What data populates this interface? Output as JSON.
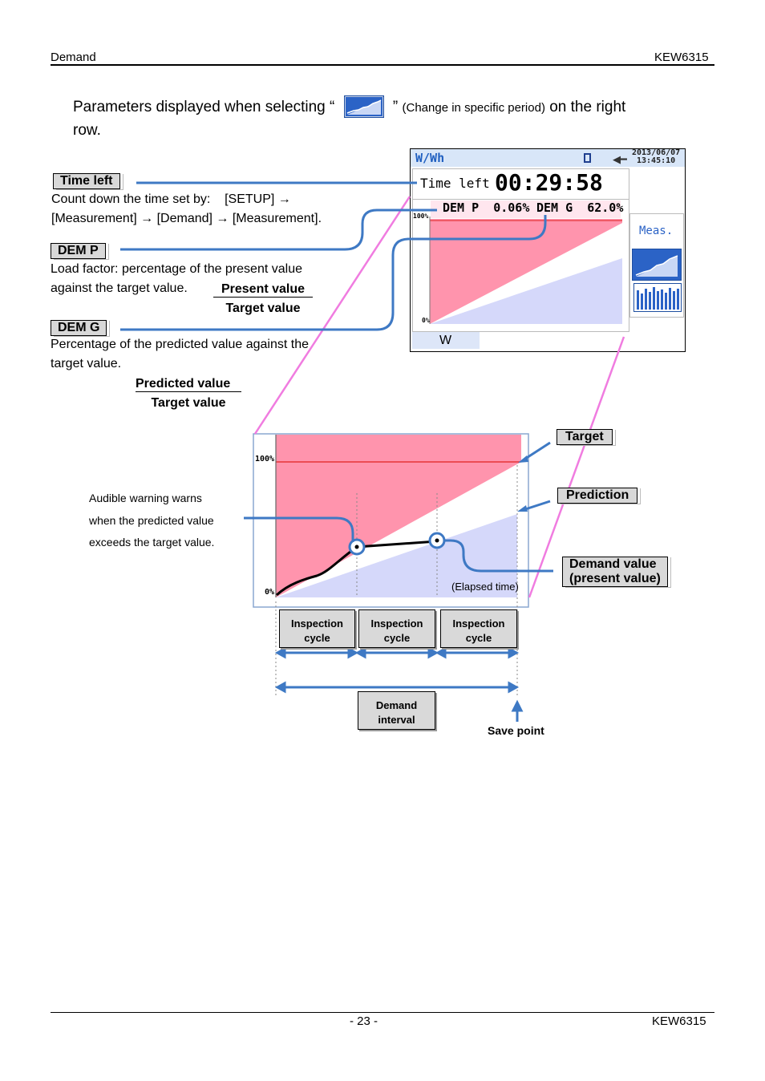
{
  "header": {
    "left": "Demand",
    "right": "KEW6315"
  },
  "intro": {
    "prefix": "Parameters displayed when selecting “",
    "suffix_quote": "”",
    "paren": "(Change in specific period)",
    "tail": "on the right",
    "line2": "row."
  },
  "time_left": {
    "label": "Time left",
    "desc_1": "Count down the time set by:    [SETUP] →",
    "desc_2": "[Measurement] → [Demand] → [Measurement]."
  },
  "dem_p": {
    "label": "DEM P",
    "desc_1": "Load factor: percentage of the present value",
    "desc_2": "against the target value.",
    "numerator": "Present value",
    "denominator": "Target value"
  },
  "dem_g": {
    "label": "DEM G",
    "desc_1": "Percentage of the predicted value against the",
    "desc_2": "target value.",
    "numerator": "Predicted value",
    "denominator": "Target value"
  },
  "device": {
    "title": "W/Wh",
    "date": "2013/06/07",
    "time": "13:45:10",
    "time_left_label": "Time left",
    "time_left_value": "00:29:58",
    "dem_p_text": "DEM P  0.06%",
    "dem_g_text": "DEM G  62.0%",
    "y_top": "100%",
    "y_bottom": "0%",
    "meas_button": "Meas.",
    "unit": "W"
  },
  "diagram": {
    "y_top": "100%",
    "y_bottom": "0%",
    "elapsed": "(Elapsed time)",
    "warning_1": "Audible warning warns",
    "warning_2": "when the predicted value",
    "warning_3": "exceeds the target value.",
    "target_label": "Target",
    "prediction_label": "Prediction",
    "demand_label_1": "Demand value",
    "demand_label_2": "(present value)",
    "cycle_1": "Inspection",
    "cycle_2": "cycle",
    "interval_1": "Demand",
    "interval_2": "interval",
    "save_point": "Save point"
  },
  "footer": {
    "page": "- 23 -",
    "right": "KEW6315"
  }
}
